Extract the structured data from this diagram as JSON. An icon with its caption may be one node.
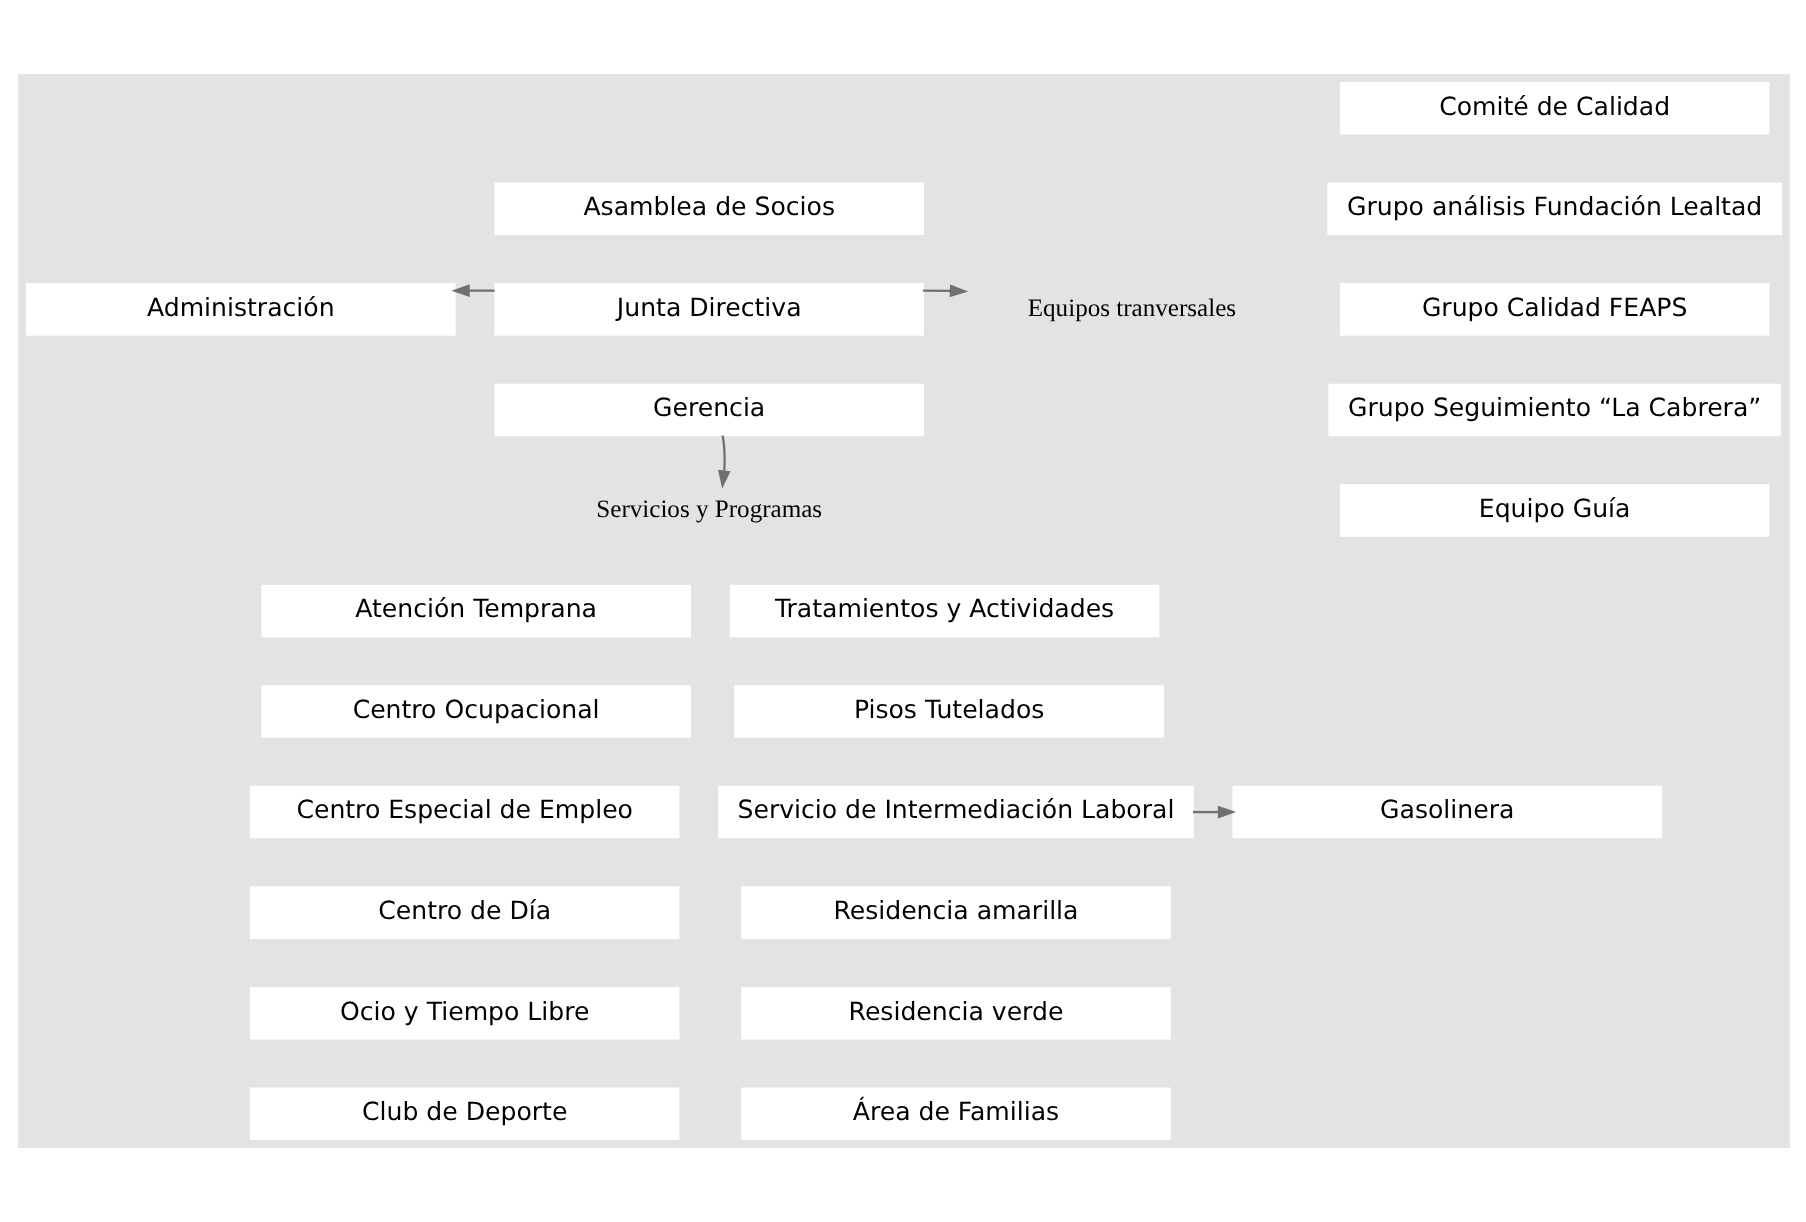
{
  "diagram": {
    "nodes": [
      {
        "text": [
          "Asamblea de Socios"
        ]
      },
      {
        "text": [
          "Junta Directiva"
        ]
      },
      {
        "text": [
          "Gerencia"
        ]
      },
      {
        "text": [
          "Administración"
        ]
      },
      {
        "text": [
          "Equipos tranversales"
        ]
      },
      {
        "text": [
          "Comité de Calidad"
        ]
      },
      {
        "text": [
          "Grupo análisis Fundación Lealtad"
        ]
      },
      {
        "text": [
          "Grupo Calidad FEAPS"
        ]
      },
      {
        "text": [
          "Grupo Seguimiento “La Cabrera”"
        ]
      },
      {
        "text": [
          "Equipo Guía"
        ]
      },
      {
        "text": [
          "Servicios y Programas"
        ]
      },
      {
        "text": [
          "Atención Temprana"
        ]
      },
      {
        "text": [
          "Tratamientos y Actividades"
        ]
      },
      {
        "text": [
          "Centro Ocupacional"
        ]
      },
      {
        "text": [
          "Pisos Tutelados"
        ]
      },
      {
        "text": [
          "Centro Especial de Empleo"
        ]
      },
      {
        "text": [
          "Servicio de Intermediación Laboral"
        ]
      },
      {
        "text": [
          "Centro de Día"
        ]
      },
      {
        "text": [
          "Residencia amarilla"
        ]
      },
      {
        "text": [
          "Ocio y Tiempo Libre"
        ]
      },
      {
        "text": [
          "Residencia verde"
        ]
      },
      {
        "text": [
          "Club de Deporte"
        ]
      },
      {
        "text": [
          "Área de Familias"
        ]
      },
      {
        "text": [
          "Gasolinera"
        ]
      }
    ],
    "edges": [
      {
        "from": 1,
        "to": 3,
        "arrow": "to"
      },
      {
        "from": 1,
        "to": 4,
        "arrow": "to"
      },
      {
        "from": 2,
        "to": 10,
        "arrow": "to"
      },
      {
        "from": 16,
        "to": 23,
        "arrow": "to"
      }
    ]
  }
}
